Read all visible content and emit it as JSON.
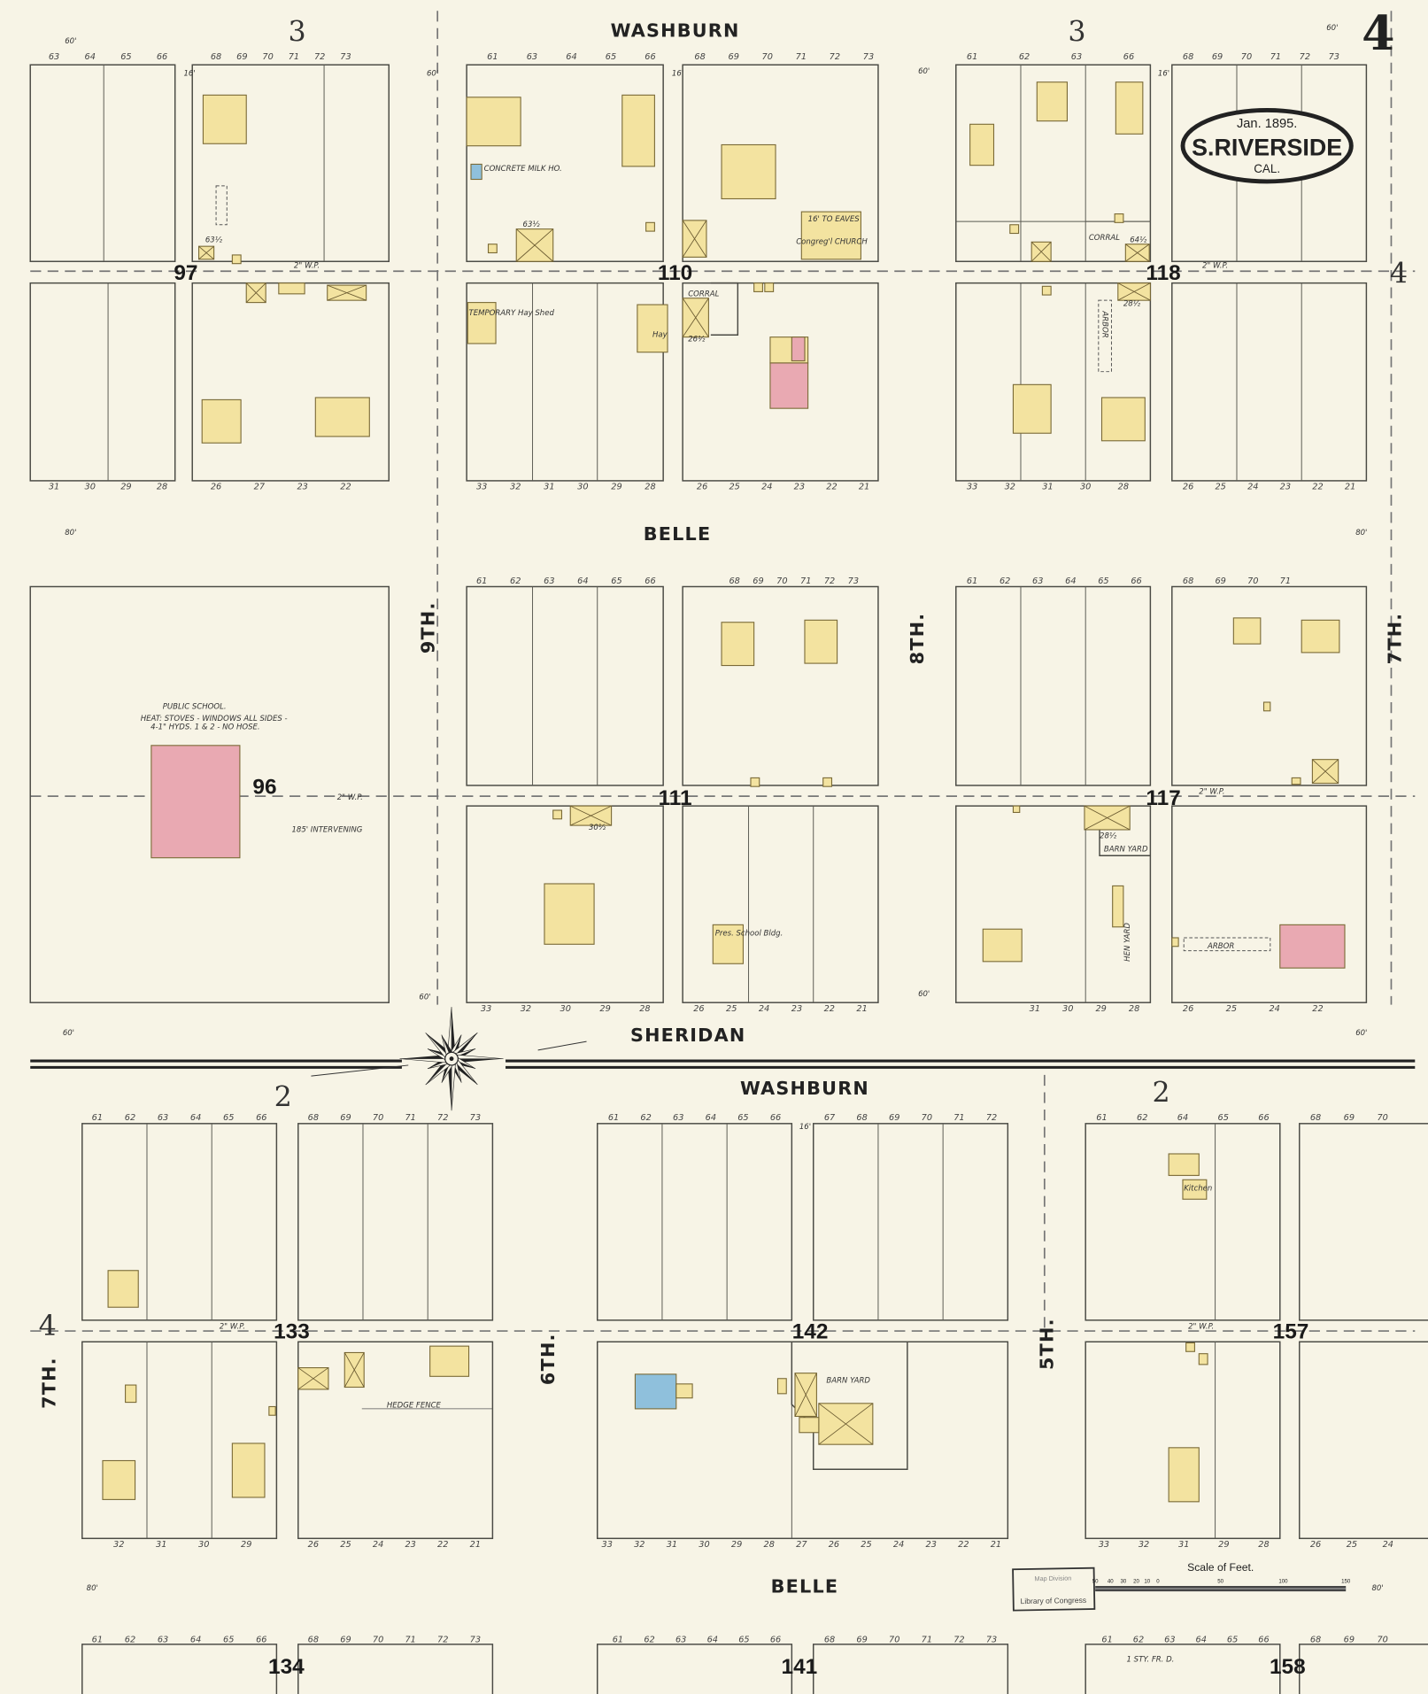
{
  "title": {
    "date": "Jan. 1895.",
    "town": "S.RIVERSIDE",
    "state": "CAL."
  },
  "sheet_number": "4",
  "adjoining_sheets": [
    "3",
    "3",
    "2",
    "2",
    "4",
    "4"
  ],
  "streets": {
    "washburn_north": "WASHBURN",
    "belle_north": "BELLE",
    "sheridan": "SHERIDAN",
    "washburn_south": "WASHBURN",
    "belle_south": "BELLE",
    "ninth": "9TH.",
    "eighth": "8TH.",
    "seventh_east": "7TH.",
    "sixth": "6TH.",
    "fifth": "5TH.",
    "seventh_west": "7TH."
  },
  "block_numbers": [
    "97",
    "110",
    "118",
    "96",
    "111",
    "117",
    "133",
    "142",
    "157",
    "134",
    "141",
    "158"
  ],
  "lot_rows": [
    [
      "63",
      "64",
      "65",
      "66"
    ],
    [
      "68",
      "69",
      "70",
      "71",
      "72",
      "73"
    ],
    [
      "61",
      "63",
      "64",
      "65",
      "66"
    ],
    [
      "68",
      "69",
      "70",
      "71",
      "72",
      "73"
    ],
    [
      "61",
      "62",
      "63",
      "66"
    ],
    [
      "68",
      "69",
      "70",
      "71",
      "72",
      "73"
    ],
    [
      "31",
      "30",
      "29",
      "28"
    ],
    [
      "26",
      "27",
      "23",
      "22"
    ],
    [
      "33",
      "32",
      "31",
      "30",
      "29",
      "28"
    ],
    [
      "26",
      "25",
      "24",
      "23",
      "22",
      "21"
    ],
    [
      "33",
      "32",
      "31",
      "30",
      "28"
    ],
    [
      "26",
      "25",
      "24",
      "23",
      "22",
      "21"
    ],
    [
      "61",
      "62",
      "63",
      "64",
      "65",
      "66"
    ],
    [
      "68",
      "69",
      "70",
      "71",
      "72",
      "73"
    ],
    [
      "61",
      "62",
      "63",
      "64",
      "65",
      "66"
    ],
    [
      "68",
      "69",
      "70",
      "71"
    ],
    [
      "33",
      "32",
      "30",
      "29",
      "28"
    ],
    [
      "26",
      "25",
      "24",
      "23",
      "22",
      "21"
    ],
    [
      "31",
      "30",
      "29",
      "28"
    ],
    [
      "26",
      "25",
      "24",
      "22"
    ],
    [
      "61",
      "62",
      "63",
      "64",
      "65",
      "66"
    ],
    [
      "68",
      "69",
      "70",
      "71",
      "72",
      "73"
    ],
    [
      "61",
      "62",
      "63",
      "64",
      "65",
      "66"
    ],
    [
      "67",
      "68",
      "69",
      "70",
      "71",
      "72"
    ],
    [
      "61",
      "62",
      "64",
      "65",
      "66"
    ],
    [
      "68",
      "69",
      "70"
    ],
    [
      "32",
      "31",
      "30",
      "29"
    ],
    [
      "26",
      "25",
      "24",
      "23",
      "22",
      "21"
    ],
    [
      "33",
      "32",
      "31",
      "30",
      "29",
      "28",
      "27",
      "26",
      "25",
      "24",
      "23",
      "22",
      "21"
    ],
    [
      "33",
      "32",
      "31",
      "29",
      "28"
    ],
    [
      "26",
      "25",
      "24"
    ],
    [
      "61",
      "62",
      "63",
      "64",
      "65",
      "66"
    ],
    [
      "68",
      "69",
      "70",
      "71",
      "72",
      "73"
    ],
    [
      "61",
      "62",
      "63",
      "64",
      "65",
      "66"
    ],
    [
      "68",
      "69",
      "70",
      "71",
      "72",
      "73"
    ],
    [
      "61",
      "62",
      "63",
      "64",
      "65",
      "66"
    ],
    [
      "68",
      "69",
      "70"
    ]
  ],
  "annotations": {
    "school_name": "PUBLIC SCHOOL.",
    "school_note_1": "HEAT: STOVES - WINDOWS ALL SIDES -",
    "school_note_2": "4-1\" HYDS. 1 & 2 - NO HOSE.",
    "intervening": "185' INTERVENING",
    "church": "Congreg'l CHURCH",
    "church_note": "16' TO EAVES",
    "milk_house": "CONCRETE MILK HO.",
    "hay_shed": "TEMPORARY Hay Shed",
    "hay": "Hay",
    "corral_1": "CORRAL",
    "corral_2": "CORRAL",
    "arbor_1": "ARBOR",
    "arbor_2": "ARBOR",
    "barn_yard_1": "BARN YARD",
    "barn_yard_2": "BARN YARD",
    "hen_yard": "HEN YARD",
    "school_bldg": "Pres. School Bldg.",
    "kitchen": "Kitchen",
    "hedge_fence": "HEDGE FENCE",
    "dwelling_note": "1 STY. FR. D.",
    "water_pipe": "2\" W.P.",
    "dims": [
      "60'",
      "60'",
      "60'",
      "60'",
      "80'",
      "80'",
      "60'",
      "60'",
      "60'",
      "60'",
      "80'",
      "80'",
      "16'",
      "16'",
      "16'",
      "16'"
    ],
    "heights": [
      "63½",
      "63½",
      "26½",
      "28½",
      "30½",
      "28½",
      "64½"
    ]
  },
  "scale": {
    "title": "Scale of Feet.",
    "ticks": [
      "50",
      "40",
      "30",
      "20",
      "10",
      "0",
      "50",
      "100",
      "150"
    ]
  },
  "stamp": {
    "line1": "Map Division",
    "line2": "Library of Congress"
  },
  "colors": {
    "paper": "#f7f4e6",
    "frame": "#f3e3a0",
    "brick": "#e9a9b2",
    "stone": "#8fc0dc",
    "ink": "#333333"
  }
}
